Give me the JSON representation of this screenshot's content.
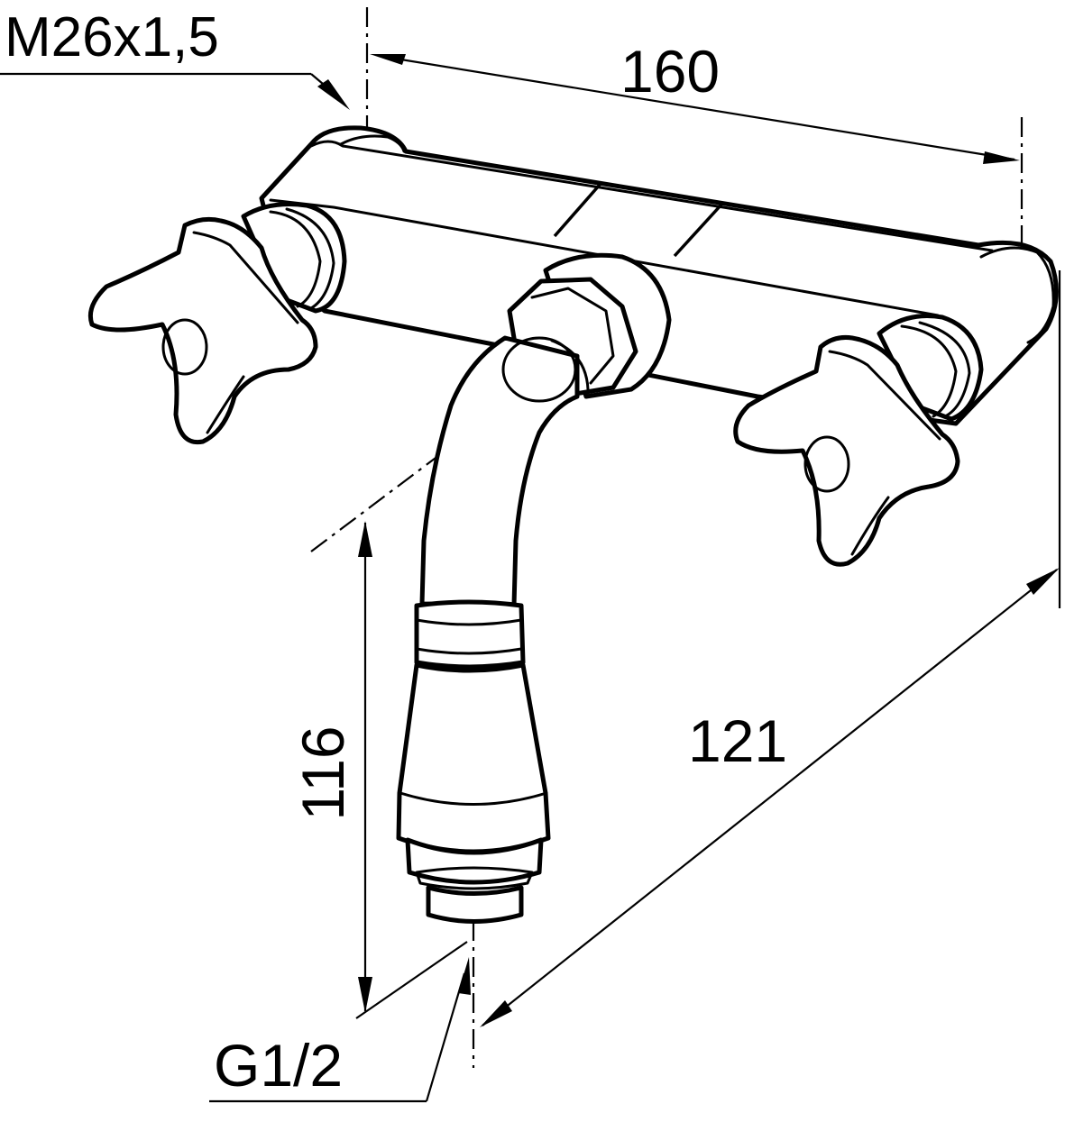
{
  "dimensions": {
    "thread_spec": "M26x1,5",
    "width": "160",
    "height": "116",
    "projection": "121",
    "outlet_thread": "G1/2"
  },
  "colors": {
    "stroke": "#000000",
    "background": "#ffffff"
  }
}
